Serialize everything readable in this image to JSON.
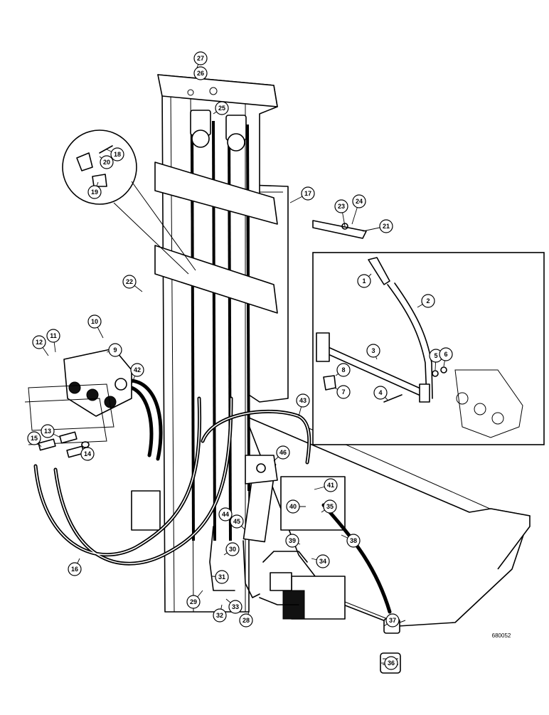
{
  "drawing_code": "680052",
  "callouts": [
    "27",
    "26",
    "25",
    "18",
    "20",
    "19",
    "17",
    "23",
    "24",
    "21",
    "1",
    "2",
    "22",
    "10",
    "11",
    "12",
    "9",
    "3",
    "5",
    "6",
    "8",
    "7",
    "4",
    "42",
    "43",
    "15",
    "13",
    "14",
    "46",
    "41",
    "40",
    "35",
    "44",
    "45",
    "38",
    "39",
    "30",
    "34",
    "16",
    "31",
    "29",
    "33",
    "32",
    "28",
    "37",
    "36"
  ]
}
